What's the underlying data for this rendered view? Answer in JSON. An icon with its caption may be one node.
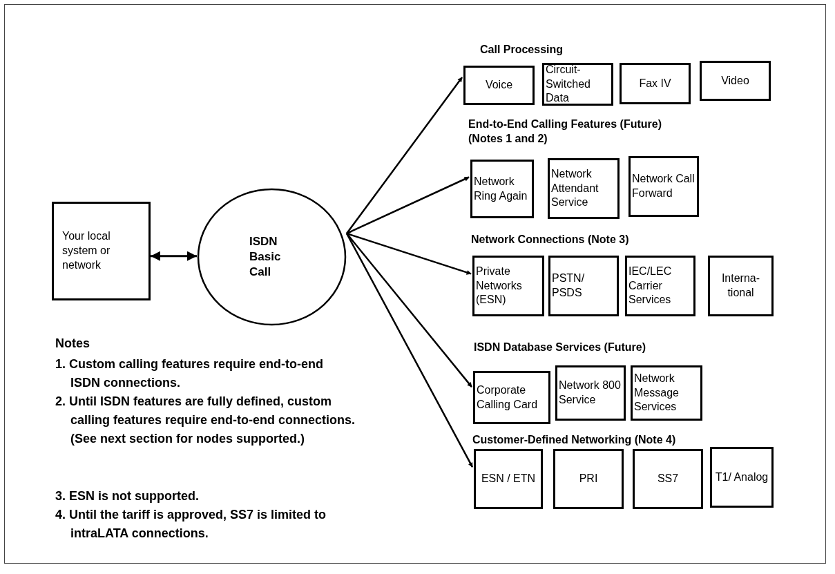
{
  "diagram": {
    "nodes": [
      {
        "text": [
          "Your local system or network"
        ]
      },
      {
        "text": [
          "ISDN Basic Call"
        ]
      },
      {
        "text": [
          "Voice"
        ]
      },
      {
        "text": [
          "Circuit-Switched Data"
        ]
      },
      {
        "text": [
          "Fax IV"
        ]
      },
      {
        "text": [
          "Video"
        ]
      },
      {
        "text": [
          "Network Ring Again"
        ]
      },
      {
        "text": [
          "Network Attendant Service"
        ]
      },
      {
        "text": [
          "Network Call Forward"
        ]
      },
      {
        "text": [
          "Private Networks (ESN)"
        ]
      },
      {
        "text": [
          "PSTN/ PSDS"
        ]
      },
      {
        "text": [
          "IEC/LEC Carrier Services"
        ]
      },
      {
        "text": [
          "Interna-tional"
        ]
      },
      {
        "text": [
          "Corporate Calling Card"
        ]
      },
      {
        "text": [
          "Network 800 Service"
        ]
      },
      {
        "text": [
          "Network Message Services"
        ]
      },
      {
        "text": [
          "ESN / ETN"
        ]
      },
      {
        "text": [
          "PRI"
        ]
      },
      {
        "text": [
          "SS7"
        ]
      },
      {
        "text": [
          "T1/ Analog"
        ]
      }
    ],
    "edges": [
      {
        "from": 0,
        "to": 1,
        "arrow": "both"
      },
      {
        "from": 1,
        "to": 2,
        "arrow": "to"
      },
      {
        "from": 1,
        "to": 6,
        "arrow": "to"
      },
      {
        "from": 1,
        "to": 9,
        "arrow": "to"
      },
      {
        "from": 1,
        "to": 13,
        "arrow": "to"
      },
      {
        "from": 1,
        "to": 16,
        "arrow": "to"
      }
    ],
    "labels": [
      "Call Processing",
      "End-to-End Calling Features (Future) (Notes 1 and 2)",
      "Network Connections (Note 3)",
      "ISDN Database Services (Future)",
      "Customer-Defined Networking (Note 4)",
      "Notes",
      "1. Custom calling features require end-to-end ISDN connections.",
      "2. Until ISDN features are fully defined, custom calling features require end-to-end connections. (See next section for nodes supported.)",
      "3. ESN is not supported.",
      "4. Until the tariff is approved, SS7 is limited to intraLATA connections."
    ]
  }
}
